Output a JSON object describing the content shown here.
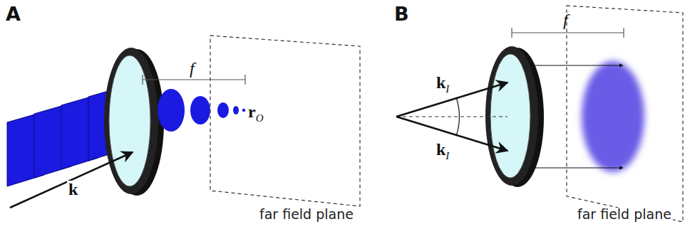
{
  "diagram": {
    "labels": [
      "A",
      "f",
      "rO",
      "k",
      "far field plane",
      "B",
      "f",
      "kI",
      "kI",
      "far field plane"
    ]
  }
}
